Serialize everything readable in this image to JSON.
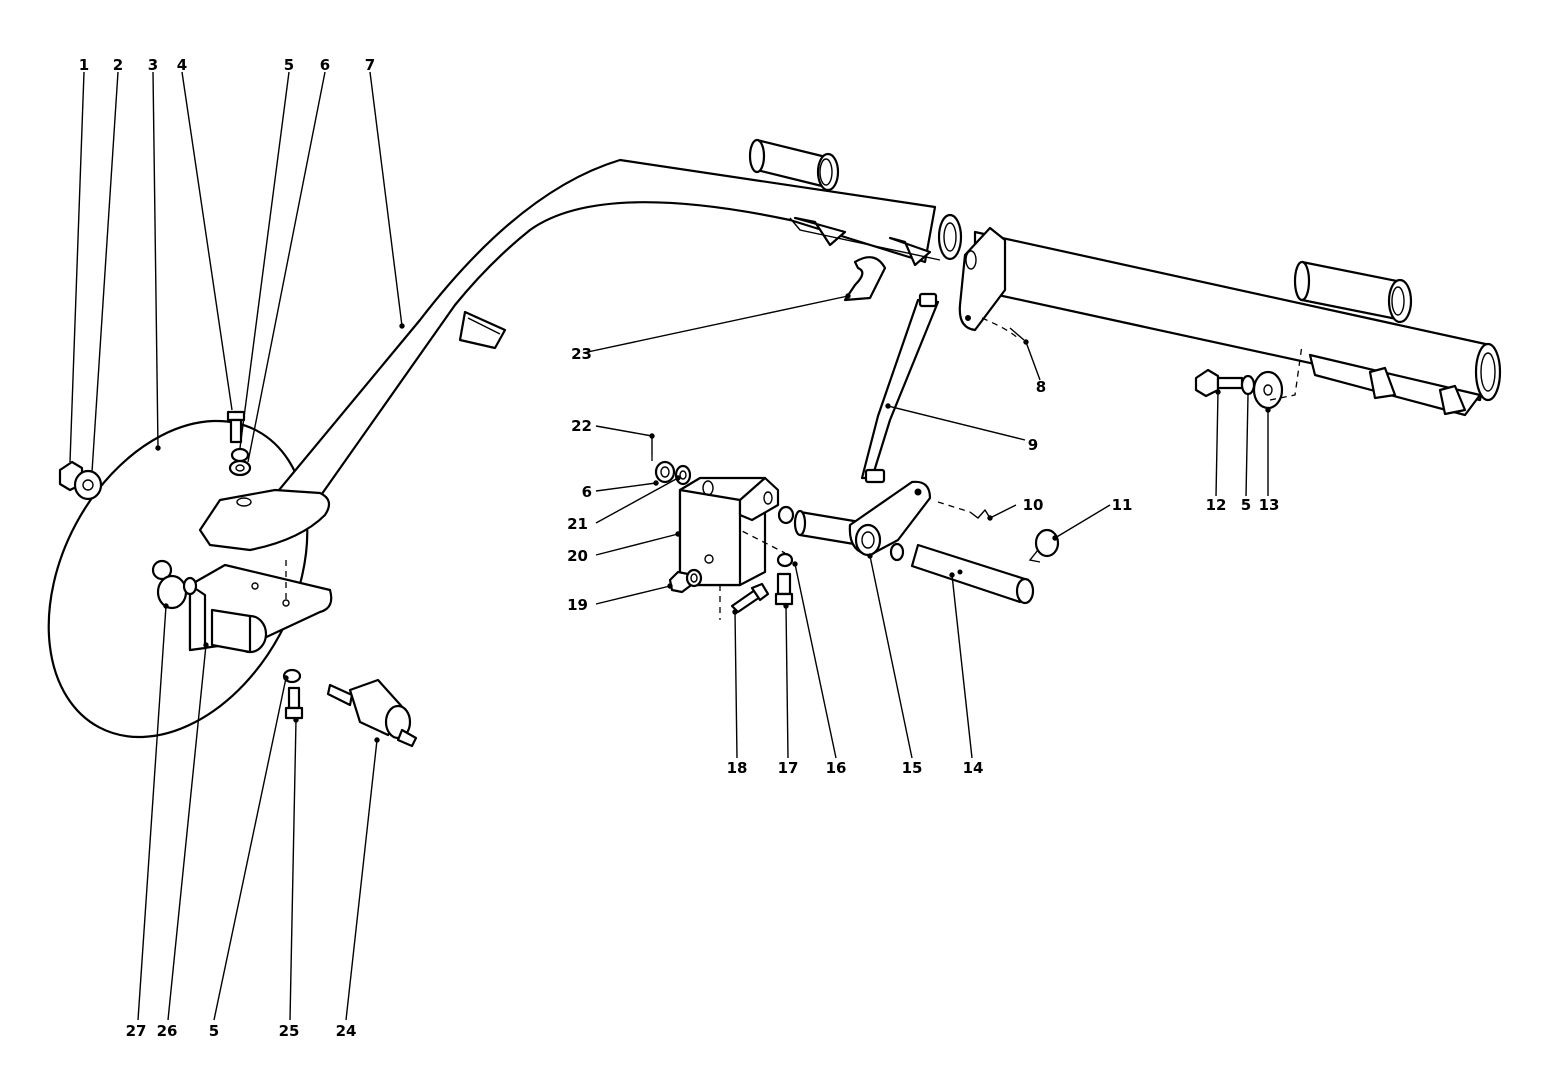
{
  "callouts": [
    {
      "id": "c1",
      "text": "1"
    },
    {
      "id": "c2",
      "text": "2"
    },
    {
      "id": "c3",
      "text": "3"
    },
    {
      "id": "c4",
      "text": "4"
    },
    {
      "id": "c5a",
      "text": "5"
    },
    {
      "id": "c6a",
      "text": "6"
    },
    {
      "id": "c7",
      "text": "7"
    },
    {
      "id": "c8",
      "text": "8"
    },
    {
      "id": "c9",
      "text": "9"
    },
    {
      "id": "c10",
      "text": "10"
    },
    {
      "id": "c11",
      "text": "11"
    },
    {
      "id": "c12",
      "text": "12"
    },
    {
      "id": "c5b",
      "text": "5"
    },
    {
      "id": "c13",
      "text": "13"
    },
    {
      "id": "c14",
      "text": "14"
    },
    {
      "id": "c15",
      "text": "15"
    },
    {
      "id": "c16",
      "text": "16"
    },
    {
      "id": "c17",
      "text": "17"
    },
    {
      "id": "c18",
      "text": "18"
    },
    {
      "id": "c19",
      "text": "19"
    },
    {
      "id": "c20",
      "text": "20"
    },
    {
      "id": "c21",
      "text": "21"
    },
    {
      "id": "c6b",
      "text": "6"
    },
    {
      "id": "c22",
      "text": "22"
    },
    {
      "id": "c23",
      "text": "23"
    },
    {
      "id": "c24",
      "text": "24"
    },
    {
      "id": "c25",
      "text": "25"
    },
    {
      "id": "c5c",
      "text": "5"
    },
    {
      "id": "c26",
      "text": "26"
    },
    {
      "id": "c27",
      "text": "27"
    }
  ]
}
